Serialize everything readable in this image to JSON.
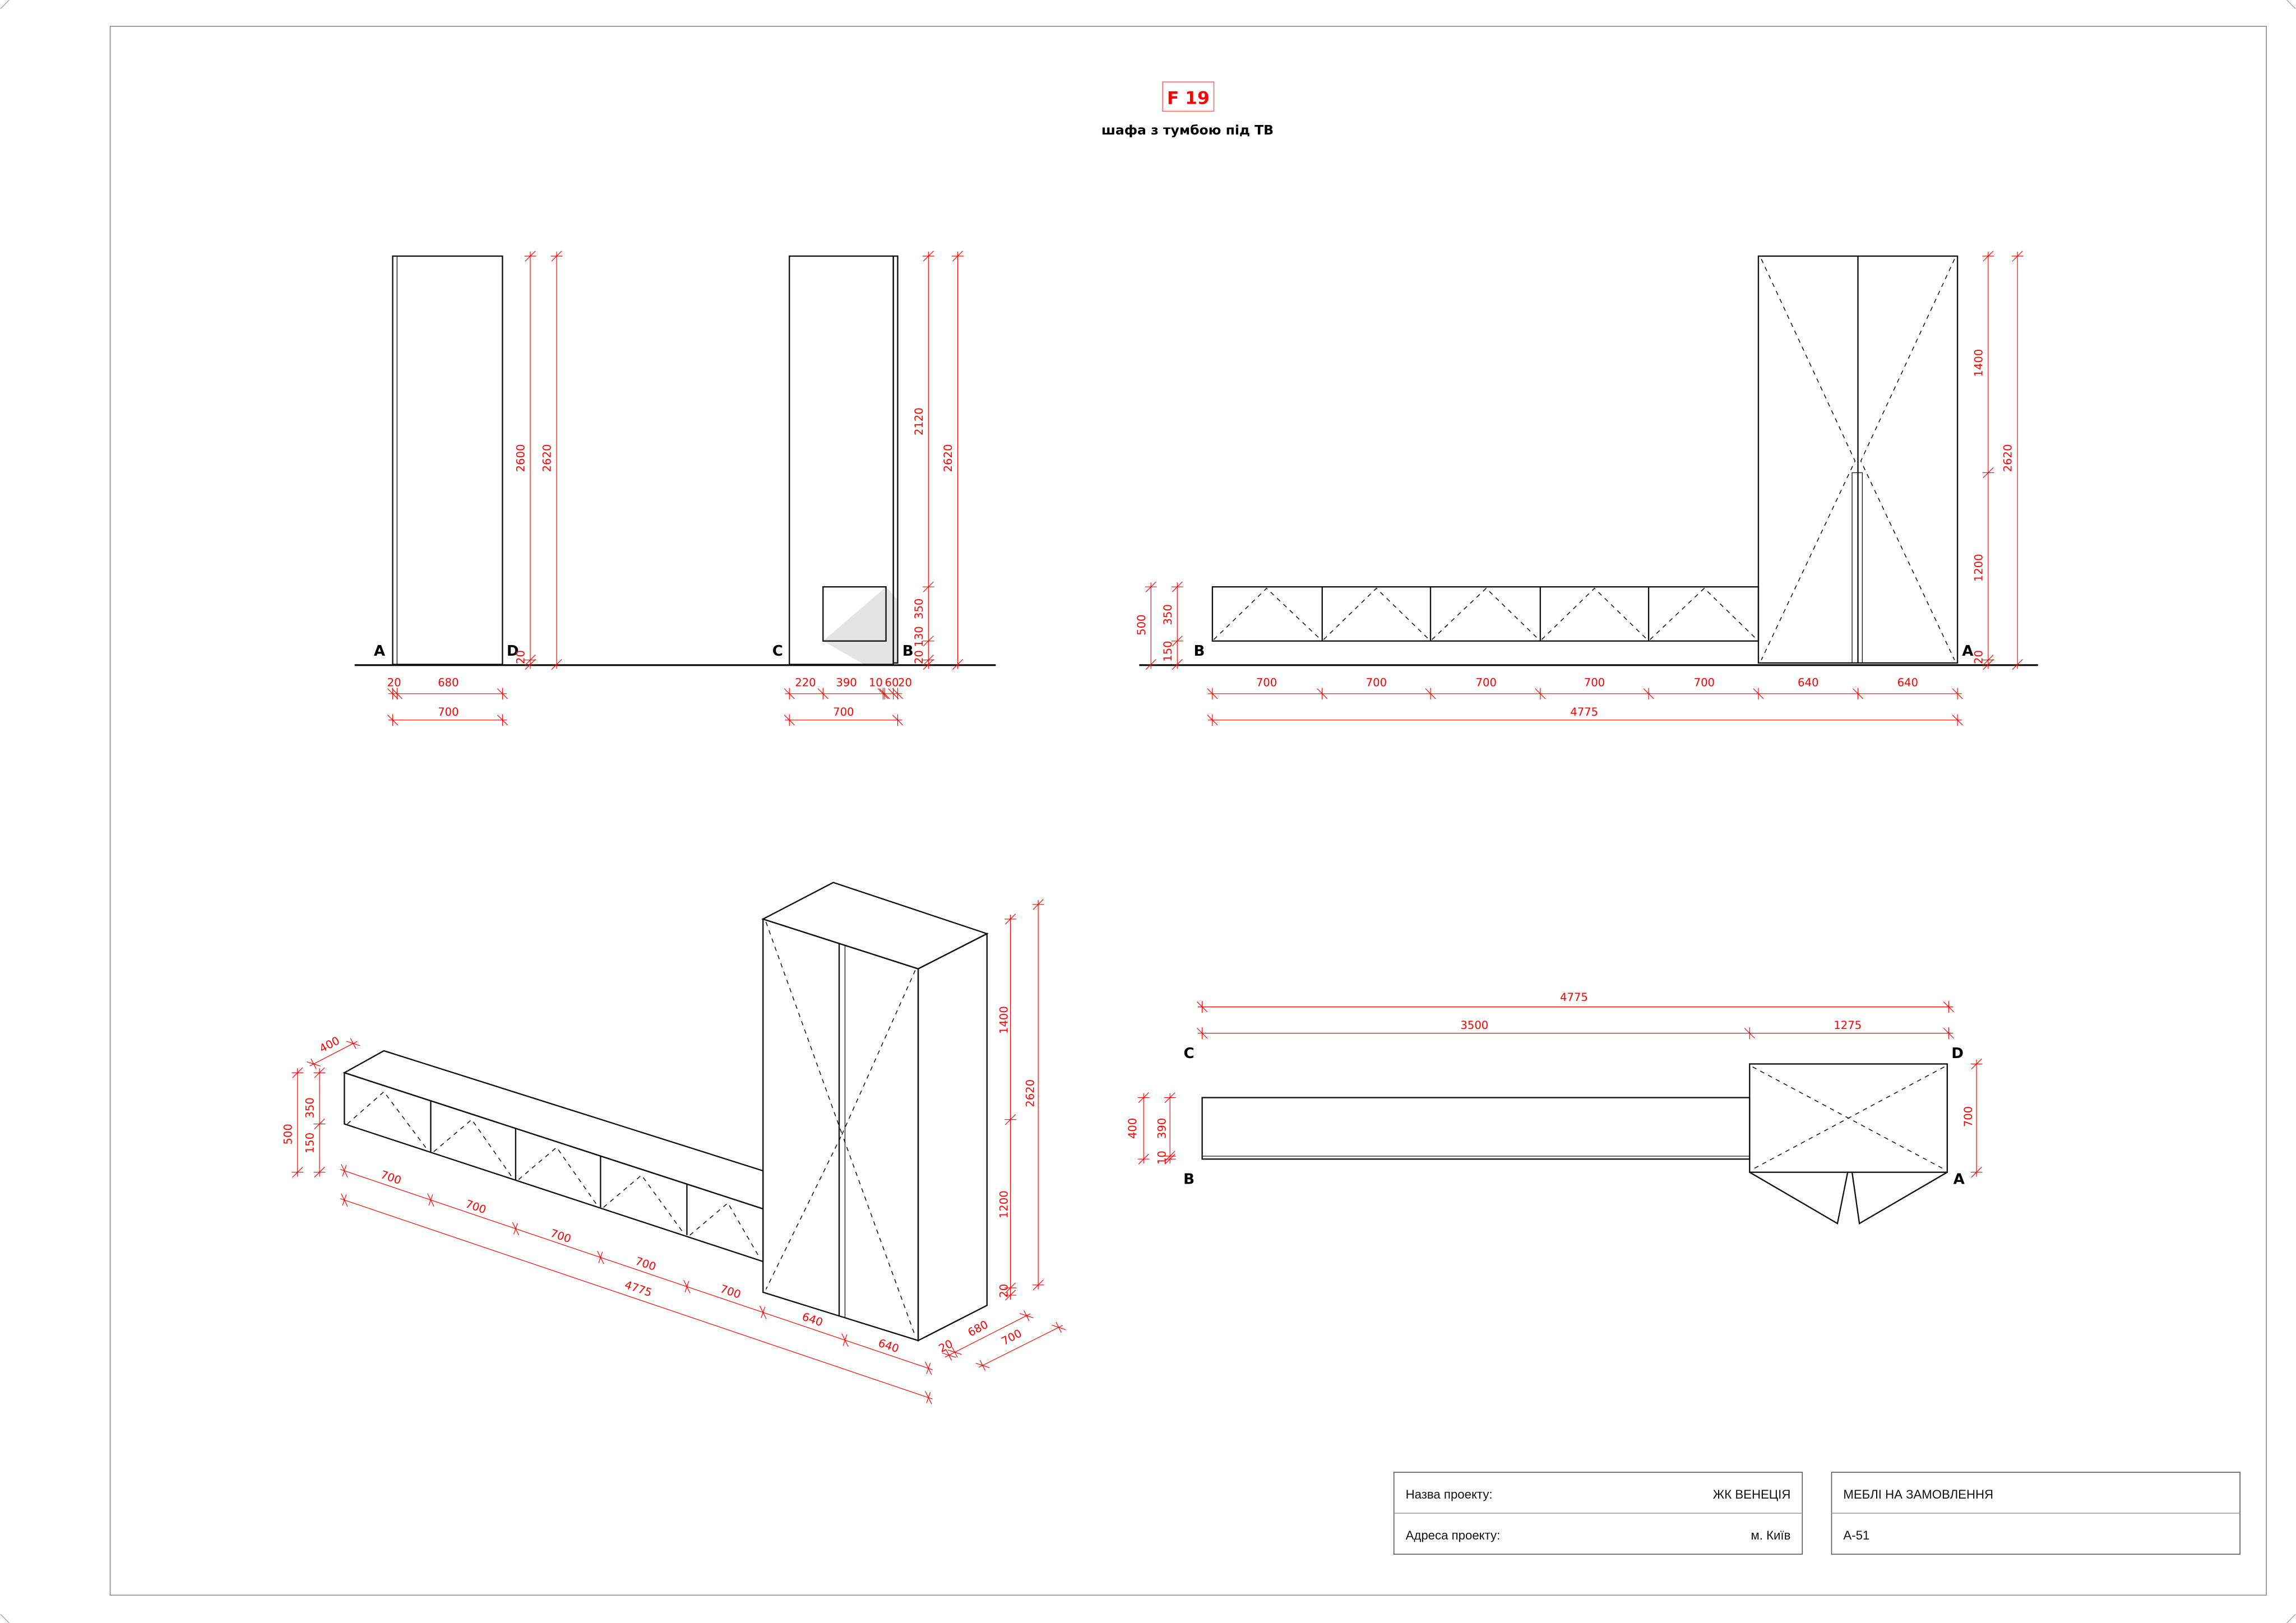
{
  "title": {
    "code": "F 19",
    "subtitle": "шафа з тумбою під ТВ"
  },
  "colors": {
    "dimension": "#ff0000",
    "ink": "#111111"
  },
  "elevation_AD": {
    "labels": [
      "A",
      "D"
    ],
    "dims": [
      "20",
      "680",
      "700",
      "2600",
      "2620",
      "20"
    ]
  },
  "elevation_CB": {
    "labels": [
      "C",
      "B"
    ],
    "dims": [
      "220",
      "390",
      "10",
      "60",
      "20",
      "700",
      "2120",
      "350",
      "130",
      "20",
      "2620"
    ]
  },
  "elevation_BA": {
    "labels": [
      "B",
      "A"
    ],
    "dims": [
      "500",
      "350",
      "150",
      "700",
      "700",
      "700",
      "700",
      "700",
      "640",
      "640",
      "4775",
      "1400",
      "1200",
      "20",
      "2620"
    ]
  },
  "isometric": {
    "dims": [
      "400",
      "500",
      "350",
      "150",
      "700",
      "700",
      "700",
      "700",
      "700",
      "640",
      "640",
      "4775",
      "20",
      "680",
      "700",
      "1400",
      "1200",
      "2620",
      "20"
    ]
  },
  "plan": {
    "labels": [
      "C",
      "D",
      "B",
      "A"
    ],
    "dims": [
      "4775",
      "3500",
      "1275",
      "400",
      "390",
      "10",
      "700"
    ]
  },
  "title_block": {
    "project_name_label": "Назва проекту:",
    "project_name": "ЖК ВЕНЕЦІЯ",
    "project_address_label": "Адреса проекту:",
    "project_address": "м. Київ",
    "company": "МЕБЛІ НА ЗАМОВЛЕННЯ",
    "sheet_code": "А-51"
  }
}
